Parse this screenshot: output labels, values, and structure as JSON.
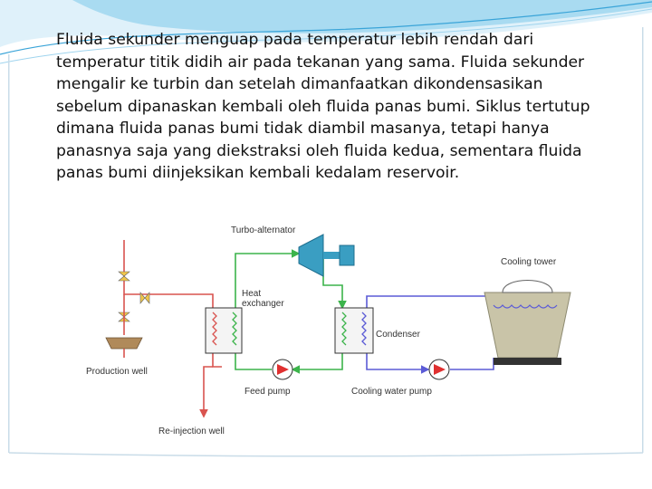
{
  "paragraph": "Fluida sekunder menguap pada temperatur lebih rendah dari temperatur titik didih air pada tekanan yang sama. Fluida sekunder mengalir ke turbin dan setelah dimanfaatkan dikondensasikan sebelum dipanaskan kembali oleh fluida panas bumi. Siklus tertutup dimana fluida panas bumi tidak diambil masanya, tetapi hanya panasnya saja yang diekstraksi oleh fluida kedua, sementara fluida panas bumi diinjeksikan kembali kedalam reservoir.",
  "diagram": {
    "labels": {
      "turbo_alternator": "Turbo-alternator",
      "heat_exchanger_line1": "Heat",
      "heat_exchanger_line2": "exchanger",
      "condenser": "Condenser",
      "cooling_tower": "Cooling tower",
      "production_well": "Production well",
      "feed_pump": "Feed pump",
      "cooling_water_pump": "Cooling water pump",
      "reinjection_well": "Re-injection well"
    }
  },
  "colors": {
    "geothermal_loop": "#d9534f",
    "secondary_loop": "#3cb44b",
    "cooling_loop": "#5b5bd6",
    "turbine": "#3a9ec2",
    "tower": "#c9c4a8",
    "slide_wave": "#5fb6e0"
  }
}
